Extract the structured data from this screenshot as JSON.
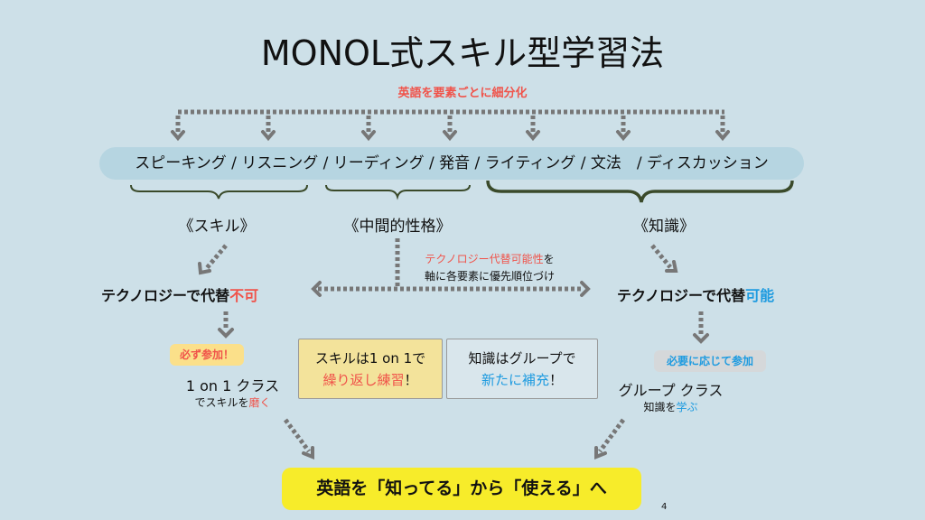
{
  "title": "MONOL式スキル型学習法",
  "subtitle": "英語を要素ごとに細分化",
  "elements_band": "スピーキング / リスニング / リーディング / 発音 / ライティング / 文法　/ ディスカッション",
  "categories": {
    "skill": "《スキル》",
    "middle": "《中間的性格》",
    "knowledge": "《知識》"
  },
  "axis_note": {
    "highlight": "テクノロジー代替可能性",
    "rest1": "を",
    "line2": "軸に各要素に優先順位づけ"
  },
  "left": {
    "heading": "テクノロジーで代替",
    "heading_accent": "不可",
    "badge": "必ず参加！",
    "class_name": "1 on 1 クラス",
    "desc": "でスキルを",
    "desc_accent": "磨く"
  },
  "right": {
    "heading": "テクノロジーで代替",
    "heading_accent": "可能",
    "badge": "必要に応じて参加",
    "class_name": "グループ クラス",
    "desc": "知識を",
    "desc_accent": "学ぶ"
  },
  "center_boxes": [
    {
      "line1": "スキルは1 on 1で",
      "line2": "繰り返し練習",
      "line2_end": "！"
    },
    {
      "line1": "知識はグループで",
      "line2": "新たに補充",
      "line2_end": "！"
    }
  ],
  "banner": "英語を「知ってる」から「使える」へ",
  "page_number": "4",
  "colors": {
    "background": "#cde0e8",
    "red": "#f0534a",
    "blue": "#1e9be0",
    "banner": "#f7ec2a"
  }
}
